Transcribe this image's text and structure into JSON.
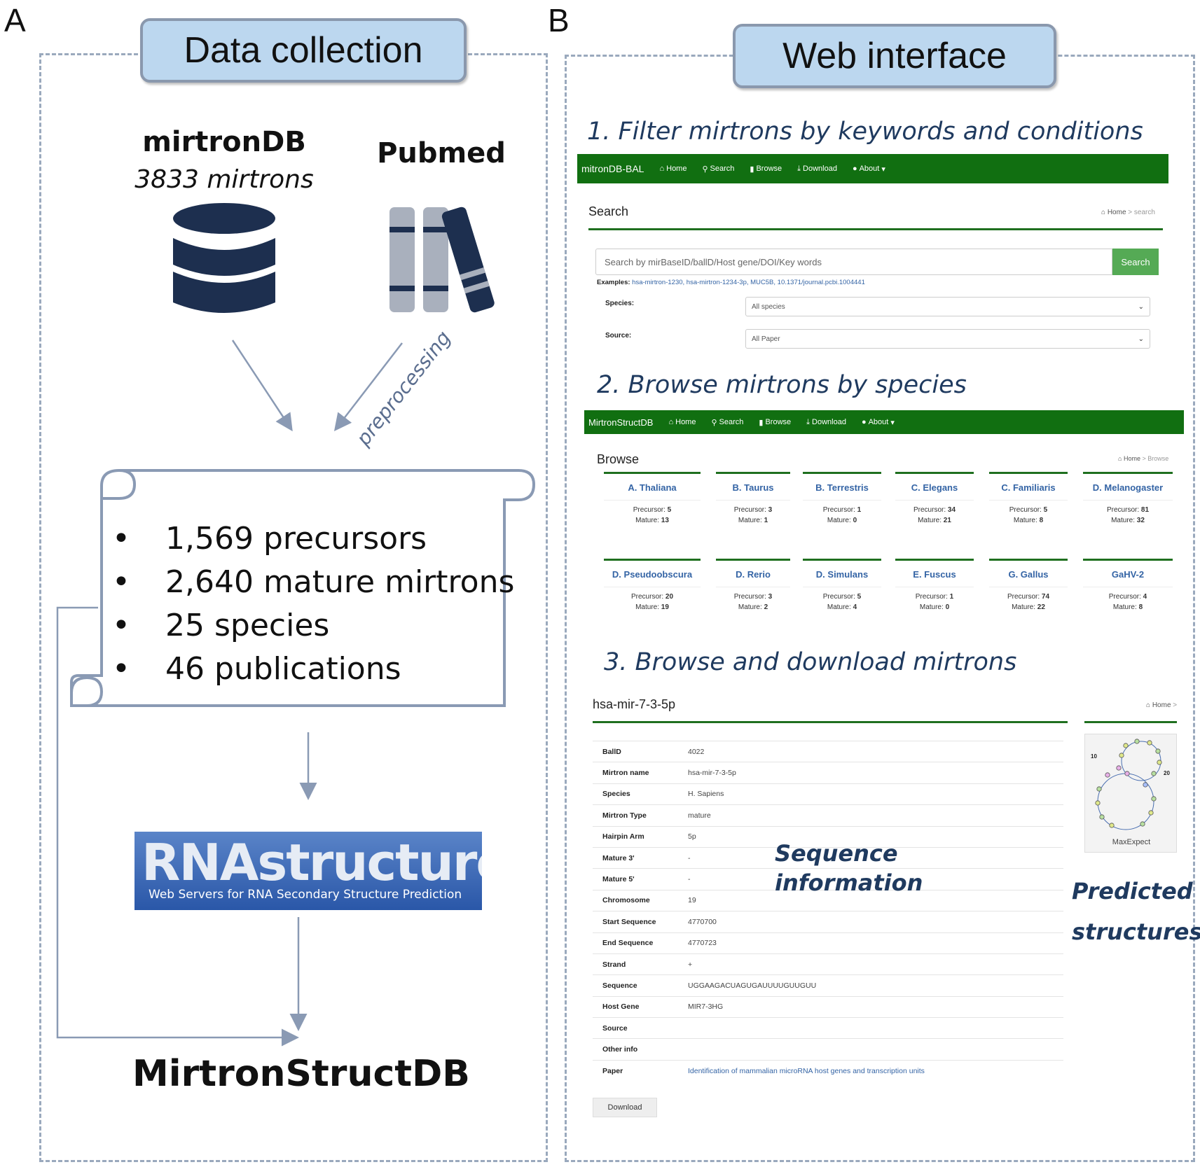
{
  "panel_a": {
    "letter": "A",
    "header": "Data collection",
    "db_name": "mirtronDB",
    "db_count": "3833 mirtrons",
    "pubmed": "Pubmed",
    "preprocessing": "preprocessing",
    "stats": [
      "1,569 precursors",
      "2,640 mature mirtrons",
      "25 species",
      "46 publications"
    ],
    "rna_logo_main": "RNAstructure",
    "rna_logo_sub": "Web Servers for RNA Secondary Structure Prediction",
    "final": "MirtronStructDB"
  },
  "panel_b": {
    "letter": "B",
    "header": "Web interface",
    "step1": {
      "heading": "1. Filter mirtrons by keywords and conditions",
      "brand": "mitronDB-BAL",
      "nav": [
        "Home",
        "Search",
        "Browse",
        "Download",
        "About"
      ],
      "title": "Search",
      "crumb_home": "Home",
      "crumb_sep": ">",
      "crumb_current": "search",
      "placeholder": "Search by mirBaseID/ballD/Host gene/DOI/Key words",
      "button": "Search",
      "examples_label": "Examples:",
      "examples": "hsa-mirtron-1230, hsa-mirtron-1234-3p, MUC5B, 10.1371/journal.pcbi.1004441",
      "species_label": "Species:",
      "species_value": "All species",
      "source_label": "Source:",
      "source_value": "All Paper"
    },
    "step2": {
      "heading": "2. Browse mirtrons by species",
      "brand": "MirtronStructDB",
      "nav": [
        "Home",
        "Search",
        "Browse",
        "Download",
        "About"
      ],
      "title": "Browse",
      "crumb_home": "Home",
      "crumb_sep": ">",
      "crumb_current": "Browse",
      "precursor_label": "Precursor:",
      "mature_label": "Mature:",
      "species": [
        {
          "name": "A. Thaliana",
          "precursor": "5",
          "mature": "13"
        },
        {
          "name": "B. Taurus",
          "precursor": "3",
          "mature": "1"
        },
        {
          "name": "B. Terrestris",
          "precursor": "1",
          "mature": "0"
        },
        {
          "name": "C. Elegans",
          "precursor": "34",
          "mature": "21"
        },
        {
          "name": "C. Familiaris",
          "precursor": "5",
          "mature": "8"
        },
        {
          "name": "D. Melanogaster",
          "precursor": "81",
          "mature": "32"
        },
        {
          "name": "D. Pseudoobscura",
          "precursor": "20",
          "mature": "19"
        },
        {
          "name": "D. Rerio",
          "precursor": "3",
          "mature": "2"
        },
        {
          "name": "D. Simulans",
          "precursor": "5",
          "mature": "4"
        },
        {
          "name": "E. Fuscus",
          "precursor": "1",
          "mature": "0"
        },
        {
          "name": "G. Gallus",
          "precursor": "74",
          "mature": "22"
        },
        {
          "name": "GaHV-2",
          "precursor": "4",
          "mature": "8"
        }
      ]
    },
    "step3": {
      "heading": "3. Browse and download mirtrons",
      "title": "hsa-mir-7-3-5p",
      "crumb_home": "Home",
      "crumb_sep": ">",
      "rows": [
        {
          "key": "BallD",
          "value": "4022"
        },
        {
          "key": "Mirtron name",
          "value": "hsa-mir-7-3-5p"
        },
        {
          "key": "Species",
          "value": "H. Sapiens"
        },
        {
          "key": "Mirtron Type",
          "value": "mature"
        },
        {
          "key": "Hairpin Arm",
          "value": "5p"
        },
        {
          "key": "Mature 3'",
          "value": "-"
        },
        {
          "key": "Mature 5'",
          "value": "-"
        },
        {
          "key": "Chromosome",
          "value": "19"
        },
        {
          "key": "Start Sequence",
          "value": "4770700"
        },
        {
          "key": "End Sequence",
          "value": "4770723"
        },
        {
          "key": "Strand",
          "value": "+"
        },
        {
          "key": "Sequence",
          "value": "UGGAAGACUAGUGAUUUUGUUGUU"
        },
        {
          "key": "Host Gene",
          "value": "MIR7-3HG"
        },
        {
          "key": "Source",
          "value": ""
        },
        {
          "key": "Other info",
          "value": ""
        },
        {
          "key": "Paper",
          "value": "Identification of mammalian microRNA host genes and transcription units"
        }
      ],
      "download": "Download",
      "structure_caption": "MaxExpect",
      "structure_label_10": "10",
      "structure_label_20": "20",
      "sequence_label_1": "Sequence",
      "sequence_label_2": "information",
      "predicted_label_1": "Predicted",
      "predicted_label_2": "structures"
    }
  },
  "colors": {
    "frame_dash": "#9aa9bd",
    "pill_fill": "#bcd7ef",
    "navbar_green": "#116f11",
    "heading_blue": "#1f3a5f",
    "arrow_gray": "#8a9ab4",
    "db_navy": "#1d2f4f",
    "link_blue": "#3464a5"
  }
}
